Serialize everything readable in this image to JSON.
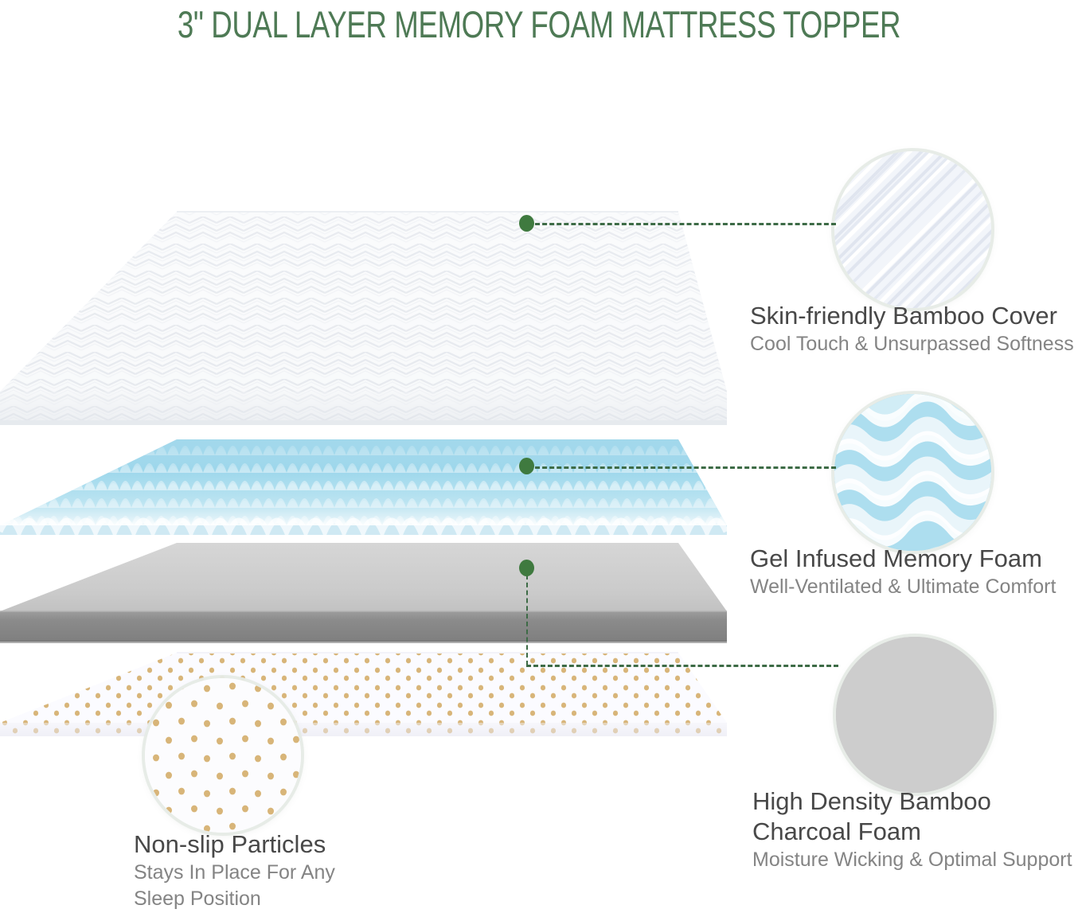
{
  "title": "3\" DUAL LAYER MEMORY FOAM MATTRESS TOPPER",
  "brand_colors": {
    "title_green": "#4e7a55",
    "callout_green": "#3f7a3f",
    "dash_green": "#3d6b46",
    "heading_gray": "#484848",
    "subtext_gray": "#848484"
  },
  "product": {
    "thickness": "3\"",
    "type": "Dual Layer Memory Foam Mattress Topper"
  },
  "layers": [
    {
      "id": "bamboo-cover",
      "name": "Skin-friendly Bamboo Cover",
      "order": 1,
      "swatch_label": "herringbone-knit-texture",
      "color_top": "#f7f8fa",
      "color_edge": "#e4e7ec"
    },
    {
      "id": "gel-memory-foam",
      "name": "Gel Infused Memory Foam",
      "order": 2,
      "swatch_label": "egg-crate-wave-texture",
      "color_top": "#b9e6f2",
      "color_edge": "#8fd3e8"
    },
    {
      "id": "high-density-foam",
      "name": "High Density Bamboo Charcoal Foam",
      "order": 3,
      "swatch_label": "solid-gray",
      "color_top": "#cdcdcd",
      "color_edge": "#8d8d8d"
    },
    {
      "id": "non-slip-base",
      "name": "Non-slip Particles",
      "order": 4,
      "swatch_label": "gold-dot-particles",
      "color_top": "#fafaff",
      "color_edge": "#ececf4",
      "dot_color": "#d9b87a"
    }
  ],
  "callouts": [
    {
      "id": "cover",
      "heading": "Skin-friendly Bamboo Cover",
      "subtext": "Cool Touch & Unsurpassed Softness",
      "swatch": "bamboo-knit-swatch",
      "side": "right"
    },
    {
      "id": "gel",
      "heading": "Gel Infused Memory Foam",
      "subtext": "Well-Ventilated & Ultimate Comfort",
      "swatch": "gel-wave-swatch",
      "side": "right"
    },
    {
      "id": "density",
      "heading_line1": "High Density Bamboo",
      "heading_line2": "Charcoal Foam",
      "subtext": "Moisture Wicking & Optimal Support",
      "swatch": "dense-foam-swatch",
      "side": "right"
    },
    {
      "id": "nonslip",
      "heading": "Non-slip Particles",
      "subtext_line1": "Stays In Place For Any",
      "subtext_line2": "Sleep Position",
      "swatch": "non-slip-dots-swatch",
      "side": "left"
    }
  ]
}
